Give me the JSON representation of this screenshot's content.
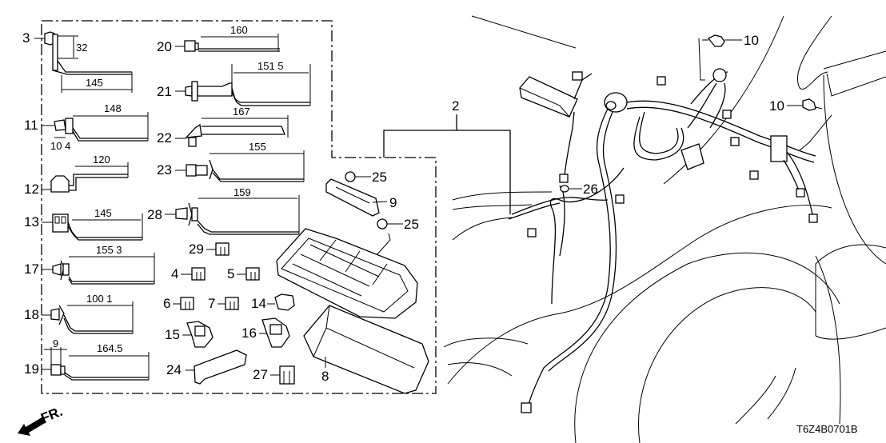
{
  "diagram": {
    "title_code": "T6Z4B0701B",
    "direction_label": "FR.",
    "accent_color": "#000000",
    "background_color": "#ffffff"
  },
  "parts_left": [
    {
      "ref": "3",
      "dims": [
        "32",
        "145"
      ]
    },
    {
      "ref": "11",
      "dims": [
        "148",
        "10 4"
      ]
    },
    {
      "ref": "12",
      "dims": [
        "120"
      ]
    },
    {
      "ref": "13",
      "dims": [
        "145"
      ]
    },
    {
      "ref": "17",
      "dims": [
        "155 3"
      ]
    },
    {
      "ref": "18",
      "dims": [
        "100 1"
      ]
    },
    {
      "ref": "19",
      "dims": [
        "9",
        "164.5"
      ]
    }
  ],
  "parts_middle": [
    {
      "ref": "20",
      "dims": [
        "160"
      ]
    },
    {
      "ref": "21",
      "dims": [
        "151 5"
      ]
    },
    {
      "ref": "22",
      "dims": [
        "167"
      ]
    },
    {
      "ref": "23",
      "dims": [
        "155"
      ]
    },
    {
      "ref": "28",
      "dims": [
        "159"
      ]
    }
  ],
  "fuses_relays": [
    "29",
    "4",
    "5",
    "6",
    "7",
    "14",
    "15",
    "16",
    "24",
    "27"
  ],
  "fuse_box": {
    "cover_ref": "8",
    "cover_bracket_ref": "9",
    "nut_refs": [
      "25",
      "25"
    ]
  },
  "harness": {
    "main_ref": "2",
    "clip_ref": "26",
    "bolt_refs": [
      "10",
      "10"
    ]
  }
}
